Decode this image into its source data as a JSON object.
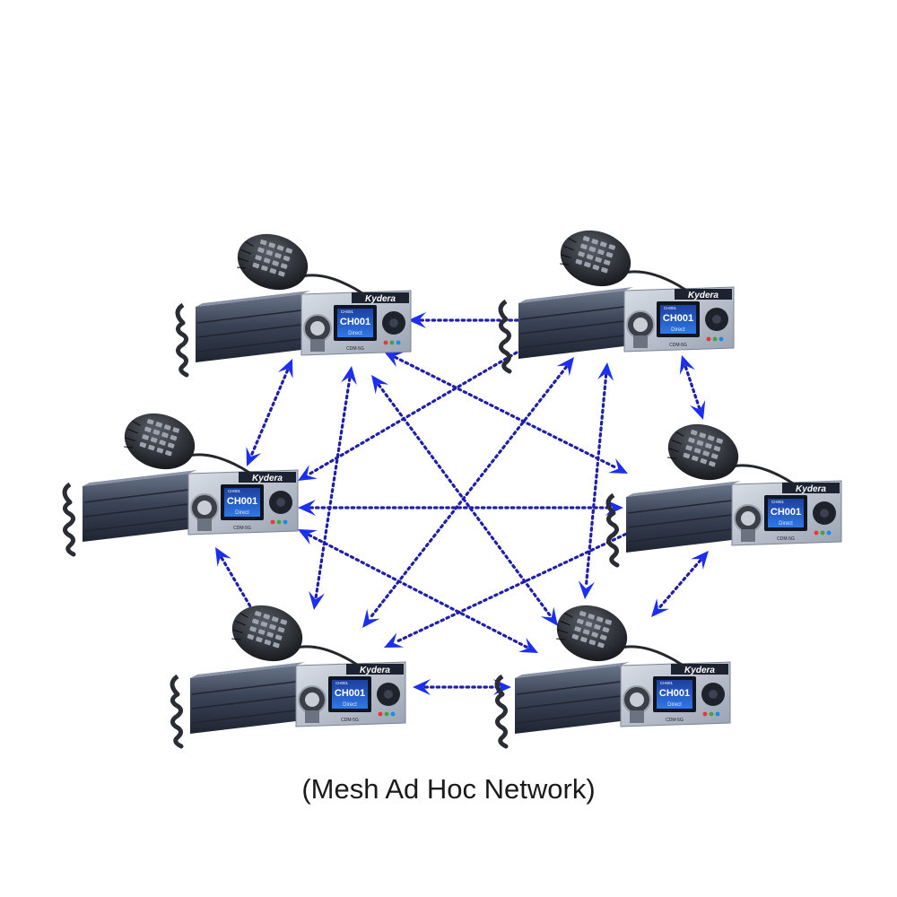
{
  "caption": "(Mesh Ad Hoc Network)",
  "device": {
    "brand": "Kydera",
    "channel": "CH001",
    "sub_label": "Direct",
    "model_label": "CDM-5G",
    "top_label": "CH001"
  },
  "colors": {
    "link": "#1f1fa8",
    "arrowhead": "#1a2ff0",
    "body_dark": "#2e3647",
    "body_mid": "#4a556b",
    "faceplate": "#b9c0cc",
    "screen": "#1f5fd6",
    "caption": "#1a1a1a"
  },
  "nodes": [
    {
      "id": "n1",
      "name": "radio-top-left"
    },
    {
      "id": "n2",
      "name": "radio-top-right"
    },
    {
      "id": "n3",
      "name": "radio-middle-left"
    },
    {
      "id": "n4",
      "name": "radio-middle-right"
    },
    {
      "id": "n5",
      "name": "radio-bottom-left"
    },
    {
      "id": "n6",
      "name": "radio-bottom-right"
    }
  ],
  "links": [
    [
      "n1",
      "n2"
    ],
    [
      "n1",
      "n3"
    ],
    [
      "n1",
      "n4"
    ],
    [
      "n1",
      "n5"
    ],
    [
      "n1",
      "n6"
    ],
    [
      "n2",
      "n3"
    ],
    [
      "n2",
      "n4"
    ],
    [
      "n2",
      "n5"
    ],
    [
      "n2",
      "n6"
    ],
    [
      "n3",
      "n4"
    ],
    [
      "n3",
      "n5"
    ],
    [
      "n3",
      "n6"
    ],
    [
      "n4",
      "n5"
    ],
    [
      "n4",
      "n6"
    ],
    [
      "n5",
      "n6"
    ]
  ]
}
